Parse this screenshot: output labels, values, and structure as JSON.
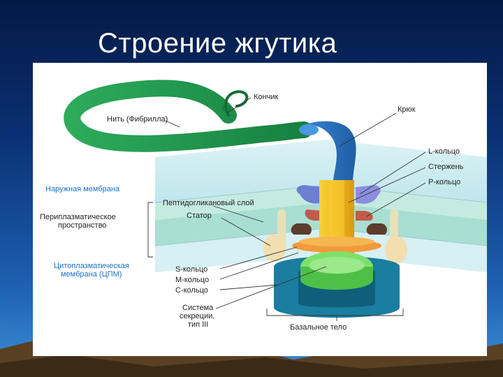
{
  "title": "Строение жгутика",
  "labels": {
    "tip": "Кончик",
    "filament": "Нить (Фибрилла)",
    "hook": "Крюк",
    "l_ring": "L-кольцо",
    "rod": "Стержень",
    "p_ring": "P-кольцо",
    "outer_membrane": "Наружная мембрана",
    "periplasm_line1": "Периплазматическое",
    "periplasm_line2": "пространство",
    "peptidoglycan": "Пептидогликановый слой",
    "stator": "Статор",
    "cpm_line1": "Цитоплазматическая",
    "cpm_line2": "мембрана (ЦПМ)",
    "s_ring": "S-кольцо",
    "m_ring": "M-кольцо",
    "c_ring": "C-кольцо",
    "secretion_line1": "Система",
    "secretion_line2": "секреции,",
    "secretion_line3": "тип III",
    "basal_body": "Базальное тело"
  },
  "colors": {
    "membrane_blue": "#1a73c8",
    "filament_green": "#1f9a4e",
    "hook_blue": "#2a6fb8",
    "rod_yellow": "#f2c21b",
    "c_ring_teal": "#1a7ea0",
    "secretion_green": "#6cd35a"
  }
}
